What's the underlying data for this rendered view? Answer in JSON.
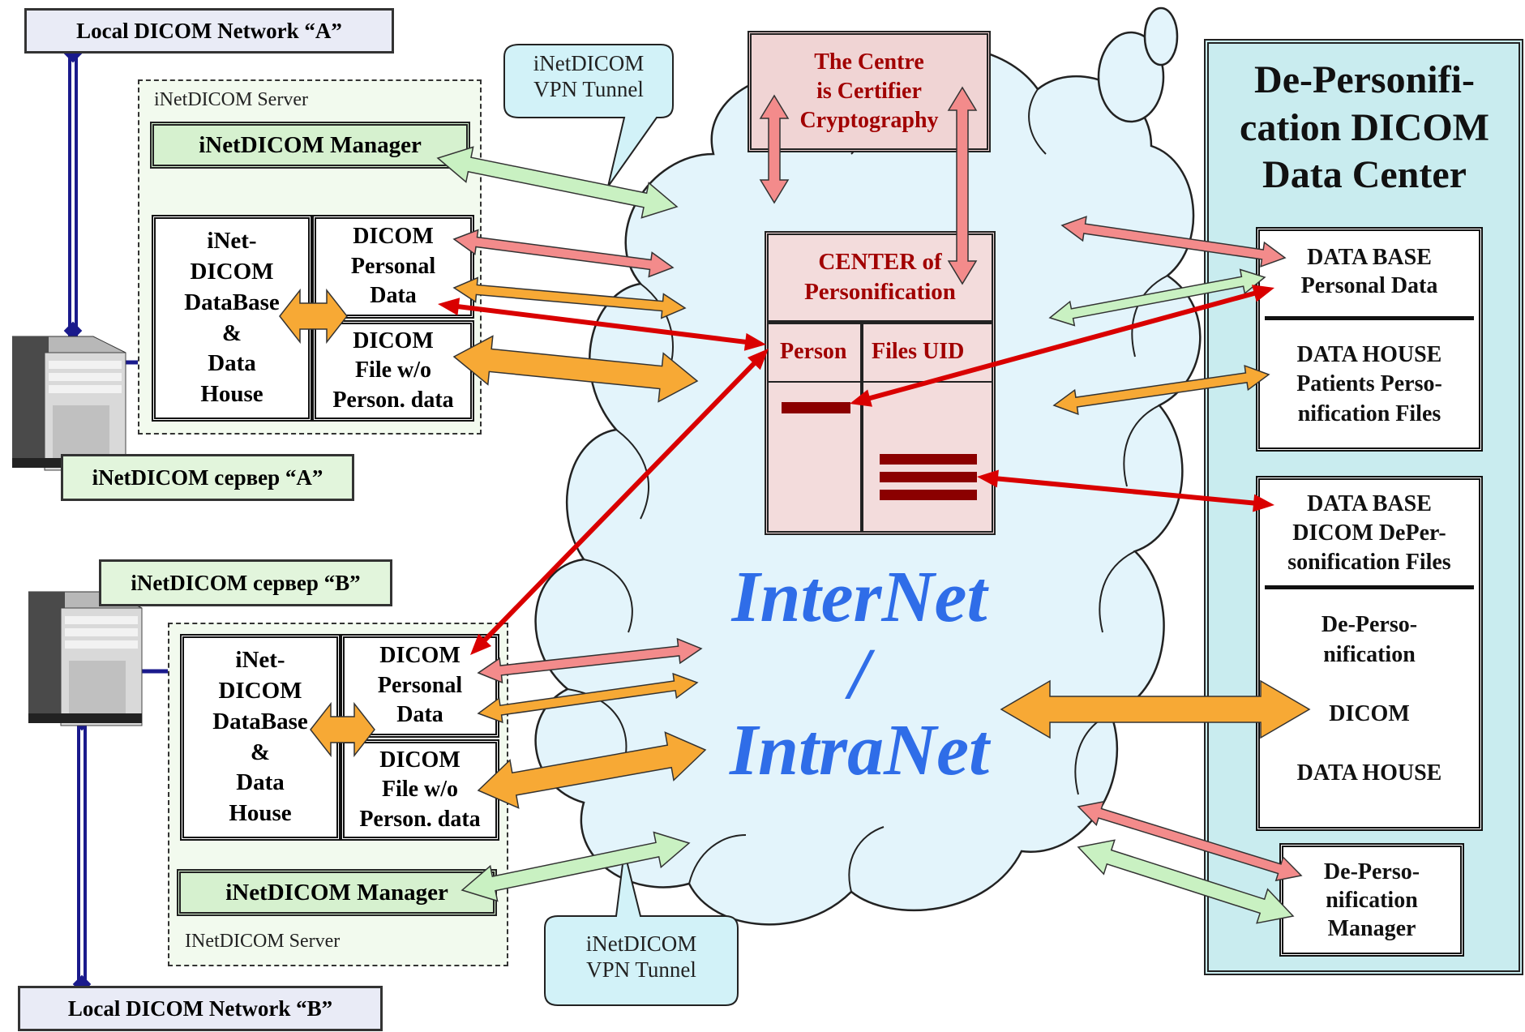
{
  "network_a": {
    "label": "Local DICOM Network “A”"
  },
  "network_b": {
    "label": "Local DICOM Network “B”"
  },
  "server_a": {
    "container_label": "iNetDICOM Server",
    "name_label": "iNetDICOM сервер “A”",
    "manager": "iNetDICOM Manager",
    "database": [
      "iNet-",
      "DICOM",
      "DataBase",
      "&",
      "Data",
      "House"
    ],
    "personal_data": [
      "DICOM",
      "Personal",
      "Data"
    ],
    "file_wo": [
      "DICOM",
      "File w/o",
      "Person. data"
    ]
  },
  "server_b": {
    "container_label": "INetDICOM Server",
    "name_label": "iNetDICOM сервер “B”",
    "manager": "iNetDICOM Manager",
    "database": [
      "iNet-",
      "DICOM",
      "DataBase",
      "&",
      "Data",
      "House"
    ],
    "personal_data": [
      "DICOM",
      "Personal",
      "Data"
    ],
    "file_wo": [
      "DICOM",
      "File w/o",
      "Person. data"
    ]
  },
  "vpn_top": [
    "iNetDICOM",
    "VPN Tunnel"
  ],
  "vpn_bottom": [
    "iNetDICOM",
    "VPN Tunnel"
  ],
  "certifier": [
    "The Centre",
    "is Certifier",
    "Cryptography"
  ],
  "center": {
    "title": [
      "CENTER of",
      "Personification"
    ],
    "col_person": "Person",
    "col_files": "Files UID"
  },
  "cloud": {
    "line1": "InterNet",
    "line2": "/",
    "line3": "IntraNet"
  },
  "data_center": {
    "title": [
      "De-Personifi-",
      "cation DICOM",
      "Data Center"
    ],
    "db_personal": [
      "DATA BASE",
      "Personal Data"
    ],
    "data_house_patients": [
      "DATA HOUSE",
      "Patients Perso-",
      "nification Files"
    ],
    "db_depers": [
      "DATA BASE",
      "DICOM DePer-",
      "sonification Files"
    ],
    "depers_house": [
      "De-Perso-",
      "nification",
      "DICOM",
      "DATA HOUSE"
    ],
    "depers_manager": [
      "De-Perso-",
      "nification",
      "Manager"
    ]
  },
  "colors": {
    "red_arrow": "#d90000",
    "pink_arrow": "#f38b8b",
    "orange_arrow": "#f7a935",
    "green_arrow": "#c9f1c2",
    "navy_line": "#1a1a8c",
    "cloud_fill": "#e3f4fb",
    "center_fill": "#f3dcdc",
    "certifier_fill": "#f0d4d4",
    "data_center_fill": "#c9ecef",
    "label_blue": "#2f6de8"
  }
}
